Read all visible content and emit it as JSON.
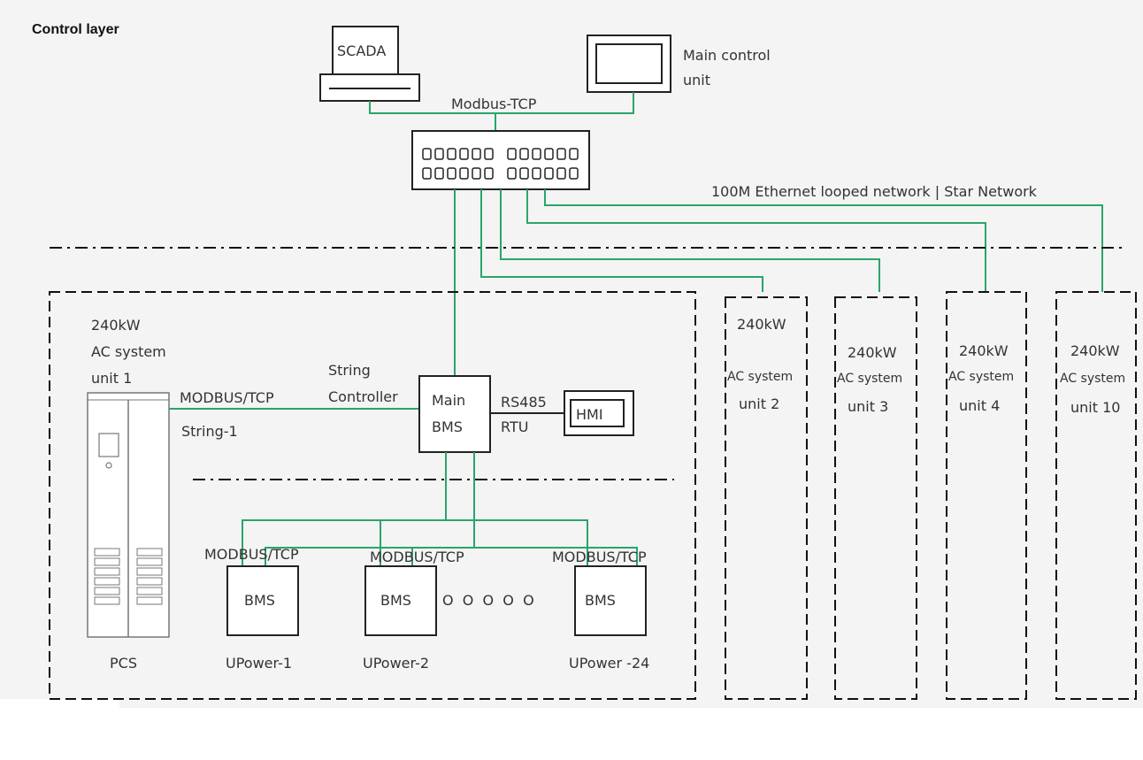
{
  "title": "Control layer",
  "devices": {
    "scada": "SCADA",
    "main_control_line1": "Main control",
    "main_control_line2": "unit",
    "modbus_tcp_top": "Modbus-TCP",
    "ethernet_label": "100M Ethernet looped network | Star Network",
    "hmi": "HMI"
  },
  "unit1": {
    "line1": "240kW",
    "line2": "AC system",
    "line3": "unit 1",
    "modbus_tcp": "MODBUS/TCP",
    "string1": "String-1",
    "string_controller_line1": "String",
    "string_controller_line2": "Controller",
    "main_bms_line1": "Main",
    "main_bms_line2": "BMS",
    "rs485_line1": "RS485",
    "rs485_line2": "RTU",
    "pcs": "PCS"
  },
  "bms_units": [
    {
      "protocol": "MODBUS/TCP",
      "label": "BMS",
      "name": "UPower-1"
    },
    {
      "protocol": "MODBUS/TCP",
      "label": "BMS",
      "name": "UPower-2"
    },
    {
      "protocol": "MODBUS/TCP",
      "label": "BMS",
      "name": "UPower -24"
    }
  ],
  "ellipsis": "O  O  O  O  O",
  "other_units": [
    {
      "line1": "240kW",
      "line2": "AC system",
      "line3": "unit 2"
    },
    {
      "line1": "240kW",
      "line2": "AC system",
      "line3": "unit 3"
    },
    {
      "line1": "240kW",
      "line2": "AC system",
      "line3": "unit 4"
    },
    {
      "line1": "240kW",
      "line2": "AC system",
      "line3": "unit 10"
    }
  ],
  "colors": {
    "network_line": "#2aa56a",
    "outline": "#222222",
    "background": "#f4f4f4"
  }
}
